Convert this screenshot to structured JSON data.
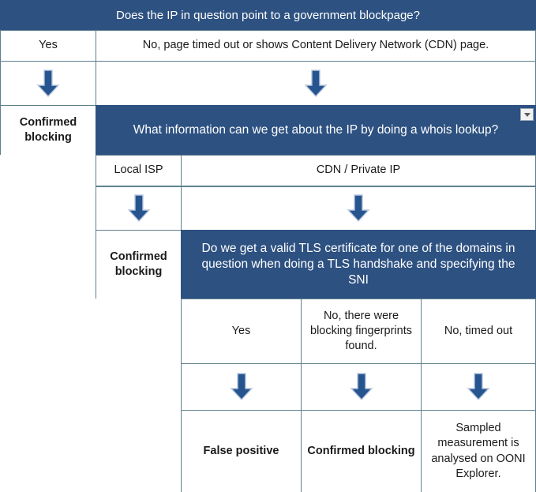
{
  "diagram": {
    "title": "Does the IP in question point to a government blockpage?",
    "colors": {
      "banner_blue": "#2d5181",
      "arrow_blue": "#26548f",
      "grid_line": "#5e7f8c",
      "text": "#1a1a1a",
      "banner_text": "#ffffff"
    }
  },
  "level1": {
    "question": "Does the IP in question point to a government blockpage?",
    "branch_yes": "Yes",
    "branch_no": "No, page timed out or shows Content Delivery Network (CDN) page.",
    "arrow_yes": "down-arrow",
    "arrow_no": "down-arrow",
    "outcome_yes": "Confirmed blocking"
  },
  "level2": {
    "question": "What information can we get about the IP by doing a whois lookup?",
    "filter_button": "filter-dropdown",
    "branch_local_isp": "Local ISP",
    "branch_cdn": "CDN / Private IP",
    "arrow_local_isp": "down-arrow",
    "arrow_cdn": "down-arrow",
    "outcome_local_isp": "Confirmed blocking"
  },
  "level3": {
    "question": "Do we get a valid TLS certificate for one of the domains in question when doing a TLS handshake and specifying the SNI",
    "branches": [
      "Yes",
      "No, there were blocking fingerprints found.",
      "No, timed out"
    ],
    "arrows": [
      "down-arrow",
      "down-arrow",
      "down-arrow"
    ],
    "outcomes": [
      "False positive",
      "Confirmed blocking",
      "Sampled measurement is analysed on OONI Explorer."
    ]
  }
}
